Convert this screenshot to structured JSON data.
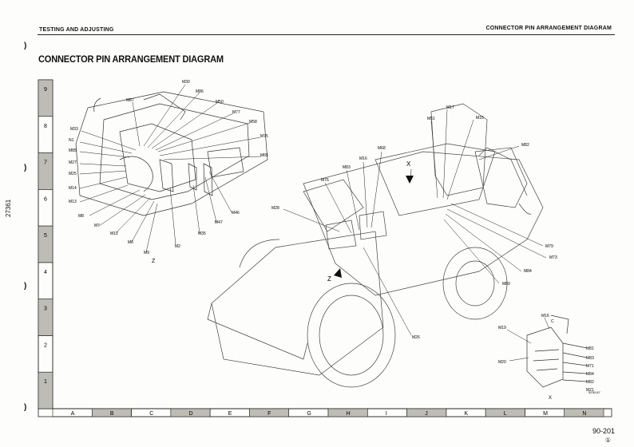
{
  "header": {
    "section": "TESTING AND ADJUSTING",
    "topic": "CONNECTOR PIN ARRANGEMENT DIAGRAM"
  },
  "page_title": "CONNECTOR PIN ARRANGEMENT DIAGRAM",
  "side_code": "27361",
  "binding_mark": ")",
  "grid": {
    "rows": [
      "9",
      "8",
      "7",
      "6",
      "5",
      "4",
      "3",
      "2",
      "1"
    ],
    "columns": [
      "A",
      "B",
      "C",
      "D",
      "E",
      "F",
      "G",
      "H",
      "I",
      "J",
      "K",
      "L",
      "M",
      "N"
    ]
  },
  "views": {
    "z_mark": "Z",
    "x_mark": "X"
  },
  "labels_left": [
    "M30",
    "M87",
    "M86",
    "M50",
    "M77",
    "M33",
    "M58",
    "N1",
    "M75",
    "M85",
    "M65",
    "M27",
    "M25",
    "M14",
    "M13",
    "M46",
    "M8",
    "M47",
    "M7",
    "M35",
    "M12",
    "M6",
    "M2",
    "M9"
  ],
  "labels_mid": [
    "M76",
    "M83",
    "M16",
    "M68",
    "M28",
    "M26"
  ],
  "labels_right": [
    "M51",
    "M17",
    "M15",
    "M82",
    "M79",
    "M73",
    "M84",
    "M80"
  ],
  "labels_detail": [
    "M16",
    "C",
    "M19",
    "M81",
    "M83",
    "M20",
    "M71",
    "M84",
    "M82",
    "M21"
  ],
  "figure_code": "9230-87",
  "page_number": "90-201",
  "revision": "①"
}
